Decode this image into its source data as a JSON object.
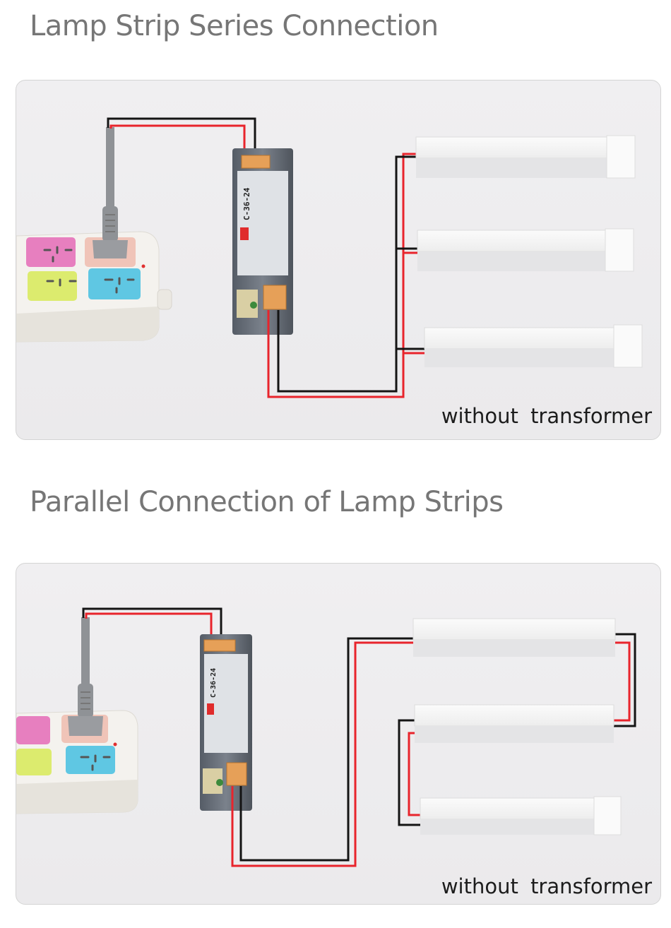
{
  "sections": [
    {
      "title": "Lamp Strip Series Connection",
      "caption": "without  transformer"
    },
    {
      "title": "Parallel Connection of Lamp Strips",
      "caption": "without  transformer"
    }
  ],
  "driver": {
    "model": "C-36-24"
  },
  "colors": {
    "red_wire": "#e8242c",
    "black_wire": "#141414",
    "title_text": "#767676"
  }
}
